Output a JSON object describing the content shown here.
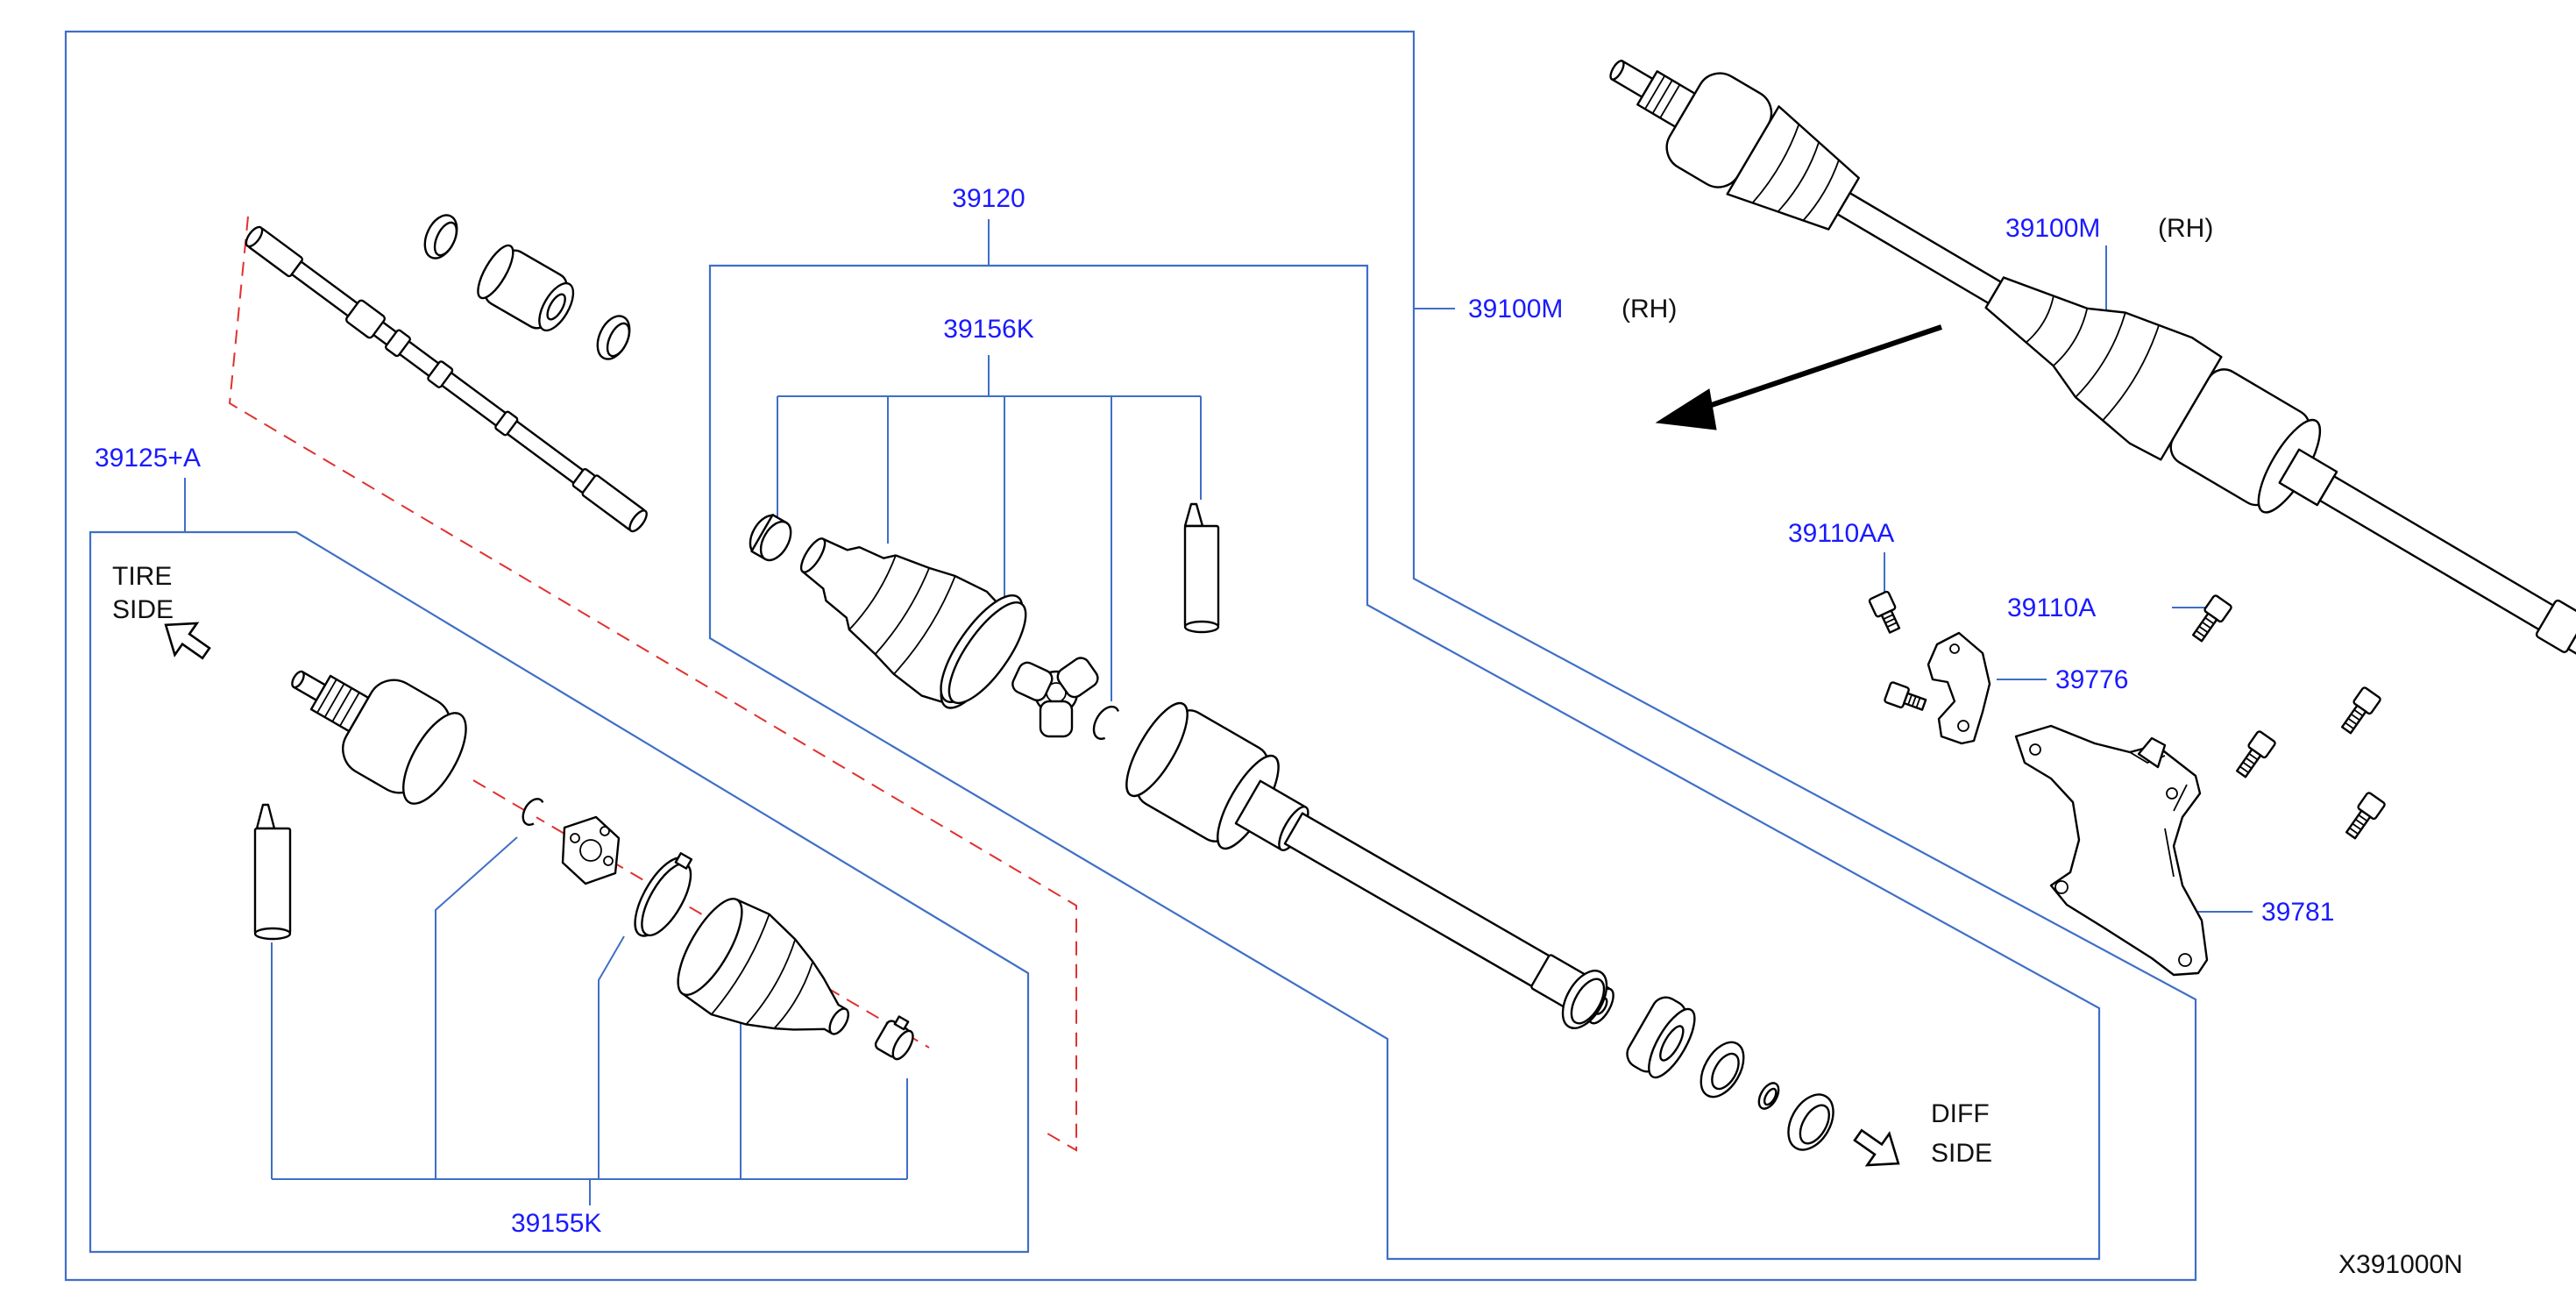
{
  "diagram": {
    "code": "X391000N",
    "labels": {
      "p39120": "39120",
      "p39156k": "39156K",
      "p39100m_left": "39100M",
      "rh_left": "(RH)",
      "p39125a": "39125+A",
      "p39100m_right": "39100M",
      "rh_right": "(RH)",
      "p39110aa": "39110AA",
      "p39110a": "39110A",
      "p39776": "39776",
      "p39781": "39781",
      "p39155k": "39155K"
    },
    "tire_side": [
      "TIRE",
      "SIDE"
    ],
    "diff_side": [
      "DIFF",
      "SIDE"
    ],
    "colors": {
      "part_number": "#1a1aff",
      "frame": "#3f6fc7",
      "dashed_axis": "#e0312f",
      "part_outline": "#000000"
    }
  }
}
